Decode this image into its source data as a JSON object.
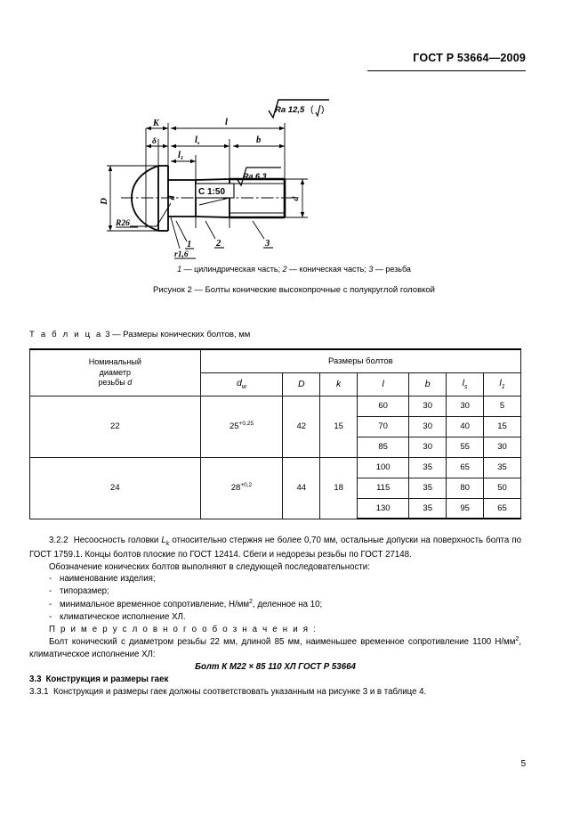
{
  "header": {
    "standard": "ГОСТ Р 53664—2009"
  },
  "figure": {
    "roughness_main": "Ra 12,5",
    "roughness_main_paren": "( )",
    "roughness_thread": "Ra 6,3",
    "taper_label": "C 1:50",
    "radius_head": "R26",
    "radius_fillet": "r1,6",
    "dim_K": "K",
    "dim_delta": "δ",
    "dim_l": "l",
    "dim_ls": "l",
    "dim_ls_sub": "s",
    "dim_b": "b",
    "dim_l1": "l",
    "dim_l1_sub": "1",
    "dim_D": "D",
    "dim_d_small": "d",
    "dim_d_thread": "d",
    "callout_1": "1",
    "callout_2": "2",
    "callout_3": "3",
    "legend": "1 — цилиндрическая часть; 2 — коническая часть; 3 — резьба",
    "legend_parts": [
      {
        "num": "1",
        "text": " — цилиндрическая часть; "
      },
      {
        "num": "2",
        "text": " — коническая часть; "
      },
      {
        "num": "3",
        "text": " — резьба"
      }
    ],
    "caption": "Рисунок 2 — Болты конические высокопрочные с полукруглой головкой"
  },
  "table": {
    "title_label": "Т а б л и ц а",
    "title_number": "3",
    "title_rest": " — Размеры конических болтов, мм",
    "header_nominal_line1": "Номинальный",
    "header_nominal_line2": "диаметр",
    "header_nominal_line3": "резьбы",
    "header_nominal_symbol": "d",
    "header_group": "Размеры болтов",
    "columns": [
      {
        "symbol": "d",
        "sub": "w"
      },
      {
        "symbol": "D",
        "sub": ""
      },
      {
        "symbol": "k",
        "sub": ""
      },
      {
        "symbol": "l",
        "sub": ""
      },
      {
        "symbol": "b",
        "sub": ""
      },
      {
        "symbol": "l",
        "sub": "s"
      },
      {
        "symbol": "l",
        "sub": "1"
      }
    ],
    "groups": [
      {
        "d": "22",
        "dw": "25",
        "dw_tol": "+0,25",
        "D": "42",
        "k": "15",
        "rows": [
          {
            "l": "60",
            "b": "30",
            "ls": "30",
            "l1": "5"
          },
          {
            "l": "70",
            "b": "30",
            "ls": "40",
            "l1": "15"
          },
          {
            "l": "85",
            "b": "30",
            "ls": "55",
            "l1": "30"
          }
        ]
      },
      {
        "d": "24",
        "dw": "28",
        "dw_tol": "+0,2",
        "D": "44",
        "k": "18",
        "rows": [
          {
            "l": "100",
            "b": "35",
            "ls": "65",
            "l1": "35"
          },
          {
            "l": "115",
            "b": "35",
            "ls": "80",
            "l1": "50"
          },
          {
            "l": "130",
            "b": "35",
            "ls": "95",
            "l1": "65"
          }
        ]
      }
    ]
  },
  "body": {
    "clause_322_num": "3.2.2",
    "clause_322_t1": "Несоосность головки ",
    "clause_322_sym": "L",
    "clause_322_sym_sub": "k",
    "clause_322_t2": " относительно стержня не более 0,70 мм, остальные допуски на поверхность болта по ГОСТ 1759.1. Концы болтов плоские по ГОСТ 12414. Сбеги и недорезы резьбы по ГОСТ 27148.",
    "designation_intro": "Обозначение конических болтов выполняют в следующей последовательности:",
    "list_items": [
      "наименование изделия;",
      "типоразмер;",
      "минимальное временное сопротивление, Н/мм2, деленное на 10;",
      "климатическое исполнение ХЛ."
    ],
    "list_item_3_pre": "минимальное временное сопротивление, Н/мм",
    "list_item_3_sup": "2",
    "list_item_3_post": ", деленное на 10;",
    "example_heading": "П р и м е р   у с л о в н о г о   о б о з н а ч е н и я :",
    "example_text_pre": "Болт конический с диаметром резьбы 22 мм, длиной 85 мм, наименьшее временное сопротивление 1100 Н/мм",
    "example_text_sup": "2",
    "example_text_post": ", климатическое исполнение ХЛ:",
    "designation_example": "Болт К М22 × 85 110 ХЛ ГОСТ Р 53664",
    "section_33_num": "3.3",
    "section_33_title": "Конструкция и размеры гаек",
    "clause_331_num": "3.3.1",
    "clause_331_text": "Конструкция и размеры гаек должны соответствовать указанным на рисунке 3 и в таблице 4."
  },
  "footer": {
    "page_number": "5"
  }
}
